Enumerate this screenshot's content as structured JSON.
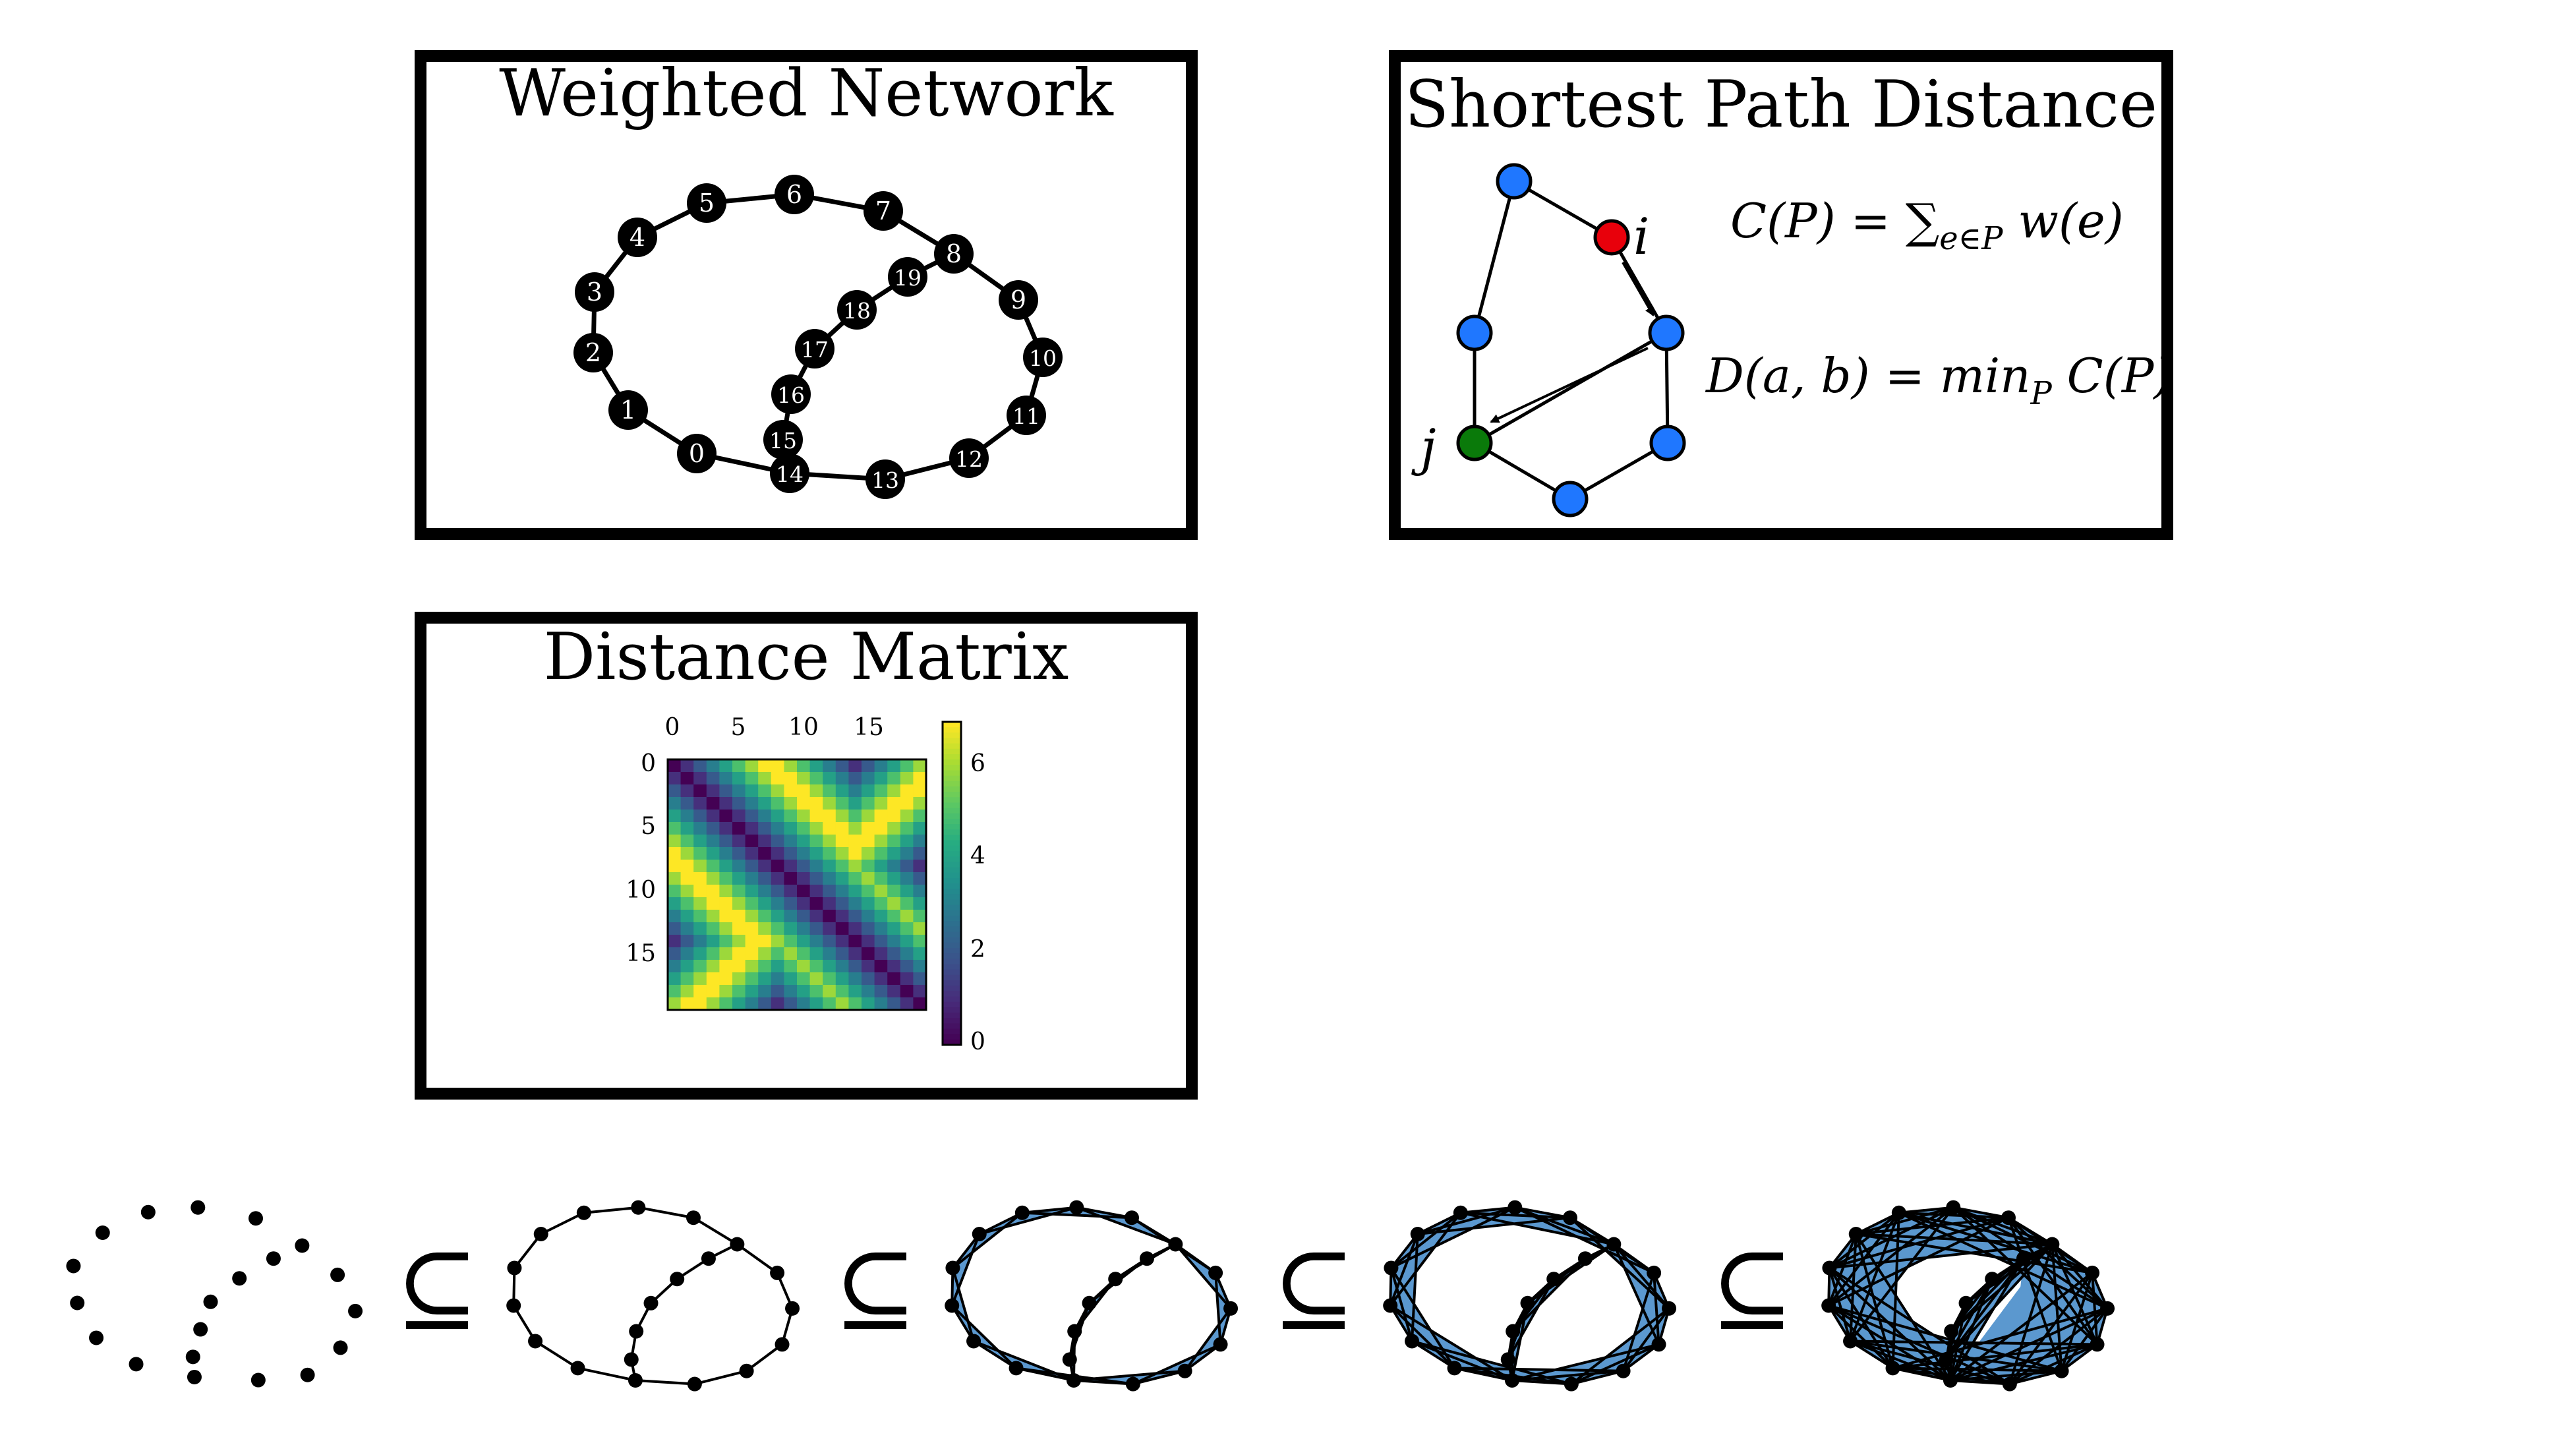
{
  "panels": {
    "weighted_network": {
      "title": "Weighted Network"
    },
    "shortest_path": {
      "title": "Shortest Path Distance",
      "label_i": "i",
      "label_j": "j",
      "formula_cost": "C(P) = ∑",
      "formula_cost_sub": "e∈P",
      "formula_cost_tail": " w(e)",
      "formula_dist": "D(a, b) = min",
      "formula_dist_sub": "P",
      "formula_dist_tail": " C(P)"
    },
    "distance_matrix": {
      "title": "Distance Matrix",
      "top_ticks": [
        "0",
        "5",
        "10",
        "15"
      ],
      "left_ticks": [
        "0",
        "5",
        "10",
        "15"
      ],
      "colorbar_ticks": [
        "0",
        "2",
        "4",
        "6"
      ]
    }
  },
  "network": {
    "node_labels": [
      "0",
      "1",
      "2",
      "3",
      "4",
      "5",
      "6",
      "7",
      "8",
      "9",
      "10",
      "11",
      "12",
      "13",
      "14",
      "15",
      "16",
      "17",
      "18",
      "19"
    ]
  },
  "filtration": {
    "subset_symbol": "⊆"
  },
  "colors": {
    "node_black": "#000000",
    "node_blue": "#1f77ff",
    "node_red": "#e8000b",
    "node_green": "#0a7a0a",
    "simplex_fill": "#5b98cf"
  }
}
